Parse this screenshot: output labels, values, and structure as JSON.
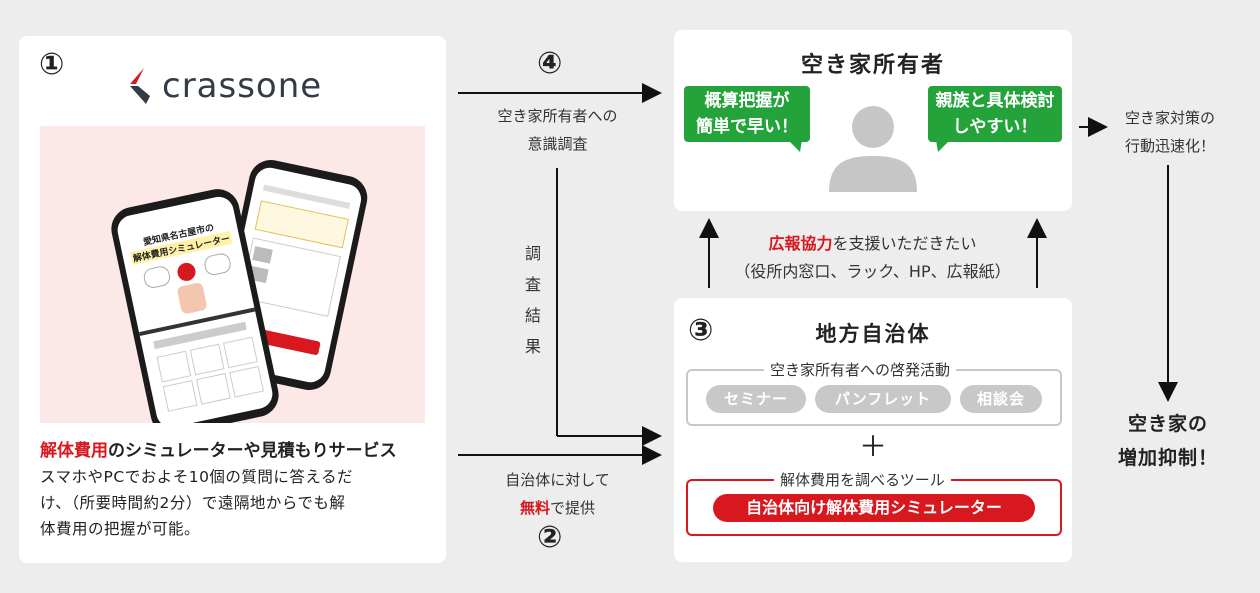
{
  "left_panel": {
    "step_number": "①",
    "brand": "crassone",
    "phone_front": {
      "title_line1": "愛知県名古屋市の",
      "title_line2": "解体費用シミュレーター"
    },
    "headline_highlight": "解体費用",
    "headline_rest": "のシミュレーターや見積もりサービス",
    "description_line1": "スマホやPCでおよそ10個の質問に答えるだ",
    "description_line2": "け、（所要時間約2分）で遠隔地からでも解",
    "description_line3": "体費用の把握が可能。"
  },
  "flow_top": {
    "step_number": "④",
    "label_line1": "空き家所有者への",
    "label_line2": "意識調査"
  },
  "flow_vertical": {
    "chars": [
      "調",
      "査",
      "結",
      "果"
    ]
  },
  "flow_bottom": {
    "step_number": "②",
    "label_line1": "自治体に対して",
    "label_highlight": "無料",
    "label_rest": "で提供"
  },
  "owner_panel": {
    "title": "空き家所有者",
    "bubble_left_line1": "概算把握が",
    "bubble_left_line2": "簡単で早い！",
    "bubble_right_line1": "親族と具体検討",
    "bubble_right_line2": "しやすい！"
  },
  "middle": {
    "highlight": "広報協力",
    "rest": "を支援いただきたい",
    "sub": "（役所内窓口、ラック、HP、広報紙）"
  },
  "gov_panel": {
    "step_number": "③",
    "title": "地方自治体",
    "group1_label": "空き家所有者への啓発活動",
    "pills": [
      "セミナー",
      "パンフレット",
      "相談会"
    ],
    "plus": "＋",
    "group2_label": "解体費用を調べるツール",
    "tool_button": "自治体向け解体費用シミュレーター"
  },
  "right": {
    "result_line1": "空き家対策の",
    "result_line2": "行動迅速化！",
    "final_line1": "空き家の",
    "final_line2": "増加抑制！"
  },
  "colors": {
    "accent_red": "#d7191f",
    "bubble_green": "#24a33a",
    "pill_gray": "#c8c8c8",
    "panel_pink": "#fde8e8",
    "background": "#ededed"
  }
}
